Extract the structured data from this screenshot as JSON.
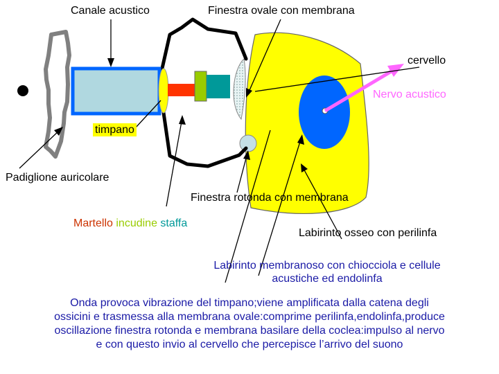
{
  "labels": {
    "canale_acustico": "Canale acustico",
    "finestra_ovale": "Finestra ovale con membrana",
    "cervello": "cervello",
    "nervo_acustico": "Nervo acustico",
    "timpano": "timpano",
    "padiglione": "Padiglione auricolare",
    "finestra_rotonda": "Finestra rotonda con membrana",
    "martello": "Martello",
    "incudine": "incudine",
    "staffa": "staffa",
    "labirinto_osseo": "Labirinto osseo con perilinfa",
    "labirinto_membranoso_1": "Labirinto membranoso con chiocciola e cellule",
    "labirinto_membranoso_2": "acustiche ed endolinfa"
  },
  "caption": {
    "line1": "Onda provoca vibrazione del timpano;viene amplificata dalla catena degli",
    "line2": "ossicini e trasmessa alla membrana ovale:comprime perilinfa,endolinfa,produce",
    "line3": "oscillazione finestra rotonda e membrana basilare della coclea:impulso al nervo",
    "line4": "e con questo invio al cervello che percepisce l’arrivo del suono"
  },
  "colors": {
    "yellow": "#ffff00",
    "blue": "#0066ff",
    "canal_fill": "#b0d8e0",
    "martello": "#ff3300",
    "incudine": "#99cc00",
    "staffa": "#009999",
    "nerve": "#ff66ff",
    "caption_text": "#1a1aa6"
  }
}
